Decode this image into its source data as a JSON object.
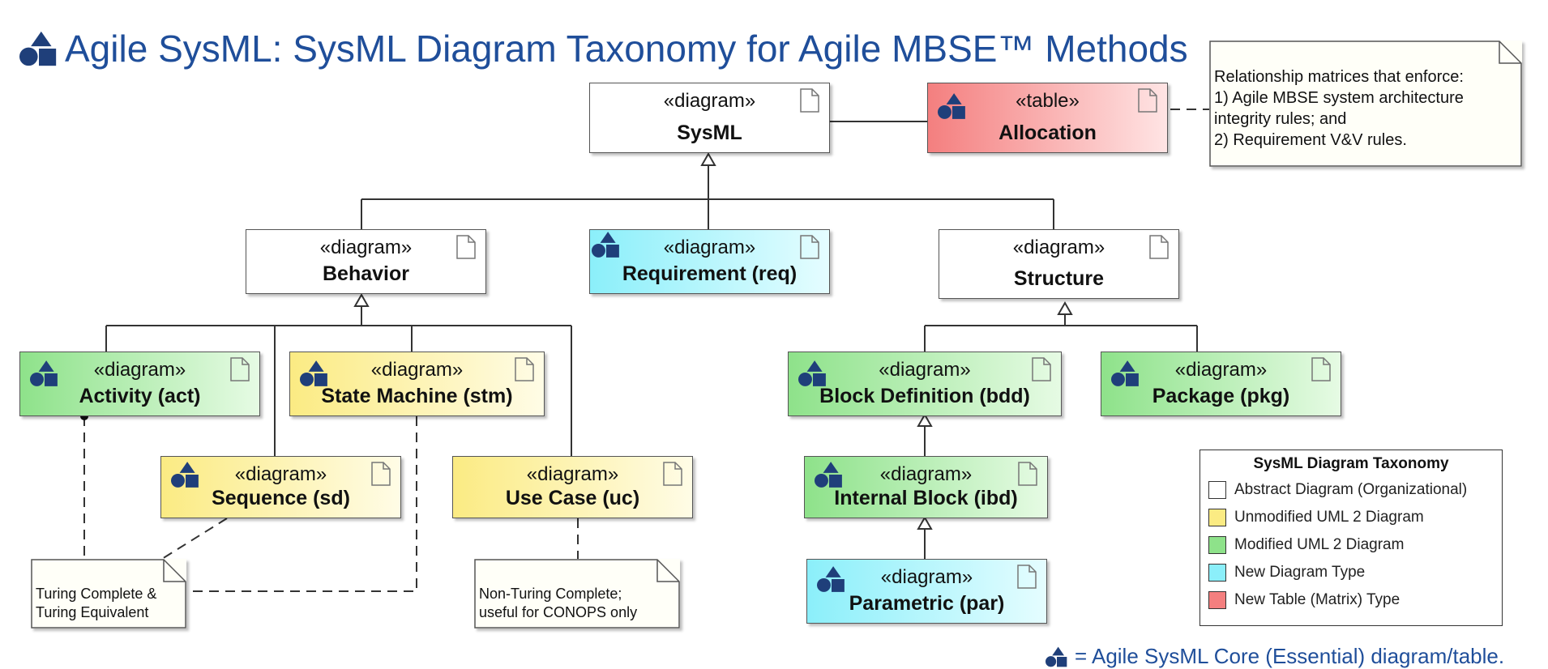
{
  "title": "Agile SysML: SysML Diagram Taxonomy for Agile MBSE™ Methods",
  "stereotypes": {
    "diagram": "«diagram»",
    "table": "«table»"
  },
  "nodes": {
    "sysml": {
      "name": "SysML",
      "category": "Abstract Diagram (Organizational)",
      "core": false
    },
    "allocation": {
      "name": "Allocation",
      "category": "New Table (Matrix) Type",
      "core": true
    },
    "behavior": {
      "name": "Behavior",
      "category": "Abstract Diagram (Organizational)",
      "core": false
    },
    "requirement": {
      "name": "Requirement (req)",
      "category": "New Diagram Type",
      "core": true
    },
    "structure": {
      "name": "Structure",
      "category": "Abstract Diagram (Organizational)",
      "core": false
    },
    "activity": {
      "name": "Activity (act)",
      "category": "Modified UML 2 Diagram",
      "core": true
    },
    "state_machine": {
      "name": "State Machine (stm)",
      "category": "Unmodified UML 2 Diagram",
      "core": true
    },
    "sequence": {
      "name": "Sequence (sd)",
      "category": "Unmodified UML 2 Diagram",
      "core": true
    },
    "use_case": {
      "name": "Use Case (uc)",
      "category": "Unmodified UML 2 Diagram",
      "core": false
    },
    "block_definition": {
      "name": "Block Definition (bdd)",
      "category": "Modified UML 2 Diagram",
      "core": true
    },
    "package": {
      "name": "Package (pkg)",
      "category": "Modified UML 2 Diagram",
      "core": true
    },
    "internal_block": {
      "name": "Internal Block (ibd)",
      "category": "Modified UML 2 Diagram",
      "core": true
    },
    "parametric": {
      "name": "Parametric (par)",
      "category": "New Diagram Type",
      "core": true
    }
  },
  "notes": {
    "relationship": [
      "Relationship matrices that enforce:",
      "1) Agile MBSE system architecture",
      "integrity rules; and",
      "2) Requirement V&V rules."
    ],
    "turing": [
      "Turing Complete &",
      "Turing Equivalent"
    ],
    "non_turing": [
      "Non-Turing Complete;",
      "useful for CONOPS only"
    ]
  },
  "legend": {
    "title": "SysML Diagram Taxonomy",
    "items": [
      {
        "label": "Abstract Diagram (Organizational)",
        "color": "#ffffff"
      },
      {
        "label": "Unmodified UML 2 Diagram",
        "color": "#fbeb83"
      },
      {
        "label": "Modified UML 2 Diagram",
        "color": "#8ee28a"
      },
      {
        "label": "New Diagram Type",
        "color": "#8beffa"
      },
      {
        "label": "New Table (Matrix) Type",
        "color": "#f47f7f"
      }
    ]
  },
  "footer": "= Agile SysML Core (Essential) diagram/table.",
  "colors": {
    "title": "#1f4e9a",
    "icon": "#1f3f7a"
  },
  "icons": {
    "core": "agile-sysml-core-icon",
    "document": "document-icon"
  },
  "relationships": [
    {
      "type": "generalization",
      "from": "behavior",
      "to": "sysml"
    },
    {
      "type": "generalization",
      "from": "requirement",
      "to": "sysml"
    },
    {
      "type": "generalization",
      "from": "structure",
      "to": "sysml"
    },
    {
      "type": "generalization",
      "from": "activity",
      "to": "behavior"
    },
    {
      "type": "generalization",
      "from": "sequence",
      "to": "behavior"
    },
    {
      "type": "generalization",
      "from": "state_machine",
      "to": "behavior"
    },
    {
      "type": "generalization",
      "from": "use_case",
      "to": "behavior"
    },
    {
      "type": "generalization",
      "from": "block_definition",
      "to": "structure"
    },
    {
      "type": "generalization",
      "from": "package",
      "to": "structure"
    },
    {
      "type": "generalization",
      "from": "internal_block",
      "to": "block_definition"
    },
    {
      "type": "generalization",
      "from": "parametric",
      "to": "internal_block"
    },
    {
      "type": "association",
      "from": "sysml",
      "to": "allocation"
    },
    {
      "type": "note-anchor",
      "from": "allocation",
      "to": "relationship"
    },
    {
      "type": "note-anchor",
      "from": "activity",
      "to": "turing"
    },
    {
      "type": "note-anchor",
      "from": "sequence",
      "to": "turing"
    },
    {
      "type": "note-anchor",
      "from": "state_machine",
      "to": "turing"
    },
    {
      "type": "note-anchor",
      "from": "use_case",
      "to": "non_turing"
    }
  ]
}
